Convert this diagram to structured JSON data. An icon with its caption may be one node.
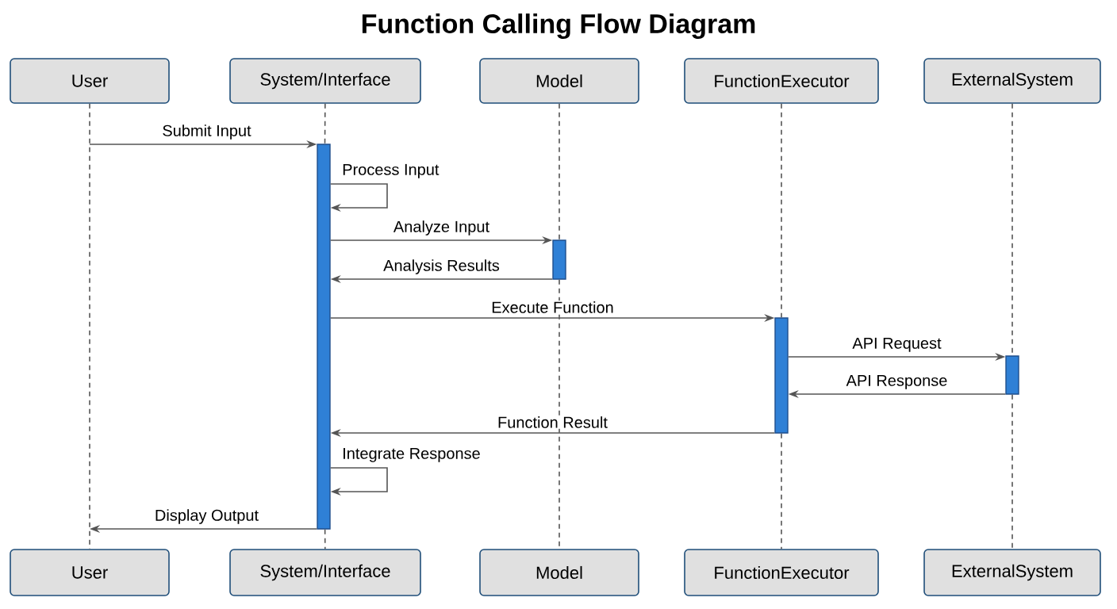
{
  "diagram": {
    "title": "Function Calling Flow Diagram",
    "nodes": [
      {
        "text": [
          "User"
        ]
      },
      {
        "text": [
          "System/Interface"
        ]
      },
      {
        "text": [
          "Model"
        ]
      },
      {
        "text": [
          "FunctionExecutor"
        ]
      },
      {
        "text": [
          "ExternalSystem"
        ]
      },
      {
        "text": [
          "User"
        ]
      },
      {
        "text": [
          "System/Interface"
        ]
      },
      {
        "text": [
          "Model"
        ]
      },
      {
        "text": [
          "FunctionExecutor"
        ]
      },
      {
        "text": [
          "ExternalSystem"
        ]
      },
      {
        "text": [],
        "shape": "bar"
      },
      {
        "text": [],
        "shape": "bar"
      },
      {
        "text": [],
        "shape": "bar"
      },
      {
        "text": [],
        "shape": "bar"
      }
    ],
    "edges": [
      {
        "from": 0,
        "to": 5,
        "arrow": "none",
        "style": "dashed"
      },
      {
        "from": 1,
        "to": 10,
        "arrow": "none",
        "style": "dashed"
      },
      {
        "from": 10,
        "to": 6,
        "arrow": "none",
        "style": "dashed"
      },
      {
        "from": 2,
        "to": 11,
        "arrow": "none",
        "style": "dashed"
      },
      {
        "from": 11,
        "to": 7,
        "arrow": "none",
        "style": "dashed"
      },
      {
        "from": 3,
        "to": 12,
        "arrow": "none",
        "style": "dashed"
      },
      {
        "from": 12,
        "to": 8,
        "arrow": "none",
        "style": "dashed"
      },
      {
        "from": 4,
        "to": 13,
        "arrow": "none",
        "style": "dashed"
      },
      {
        "from": 13,
        "to": 9,
        "arrow": "none",
        "style": "dashed"
      },
      {
        "from": null,
        "to": 10,
        "arrow": "to",
        "label": "Submit Input"
      },
      {
        "from": 10,
        "to": 10,
        "arrow": "to",
        "label": "Process Input"
      },
      {
        "from": 10,
        "to": 11,
        "arrow": "to",
        "label": "Analyze Input"
      },
      {
        "from": 11,
        "to": 10,
        "arrow": "to",
        "label": "Analysis Results"
      },
      {
        "from": 10,
        "to": 12,
        "arrow": "to",
        "label": "Execute Function"
      },
      {
        "from": 12,
        "to": 13,
        "arrow": "to",
        "label": "API Request"
      },
      {
        "from": 13,
        "to": 12,
        "arrow": "to",
        "label": "API Response"
      },
      {
        "from": 12,
        "to": 10,
        "arrow": "to",
        "label": "Function Result"
      },
      {
        "from": 10,
        "to": 10,
        "arrow": "to",
        "label": "Integrate Response"
      },
      {
        "from": 10,
        "to": null,
        "arrow": "to",
        "label": "Display Output"
      }
    ]
  }
}
